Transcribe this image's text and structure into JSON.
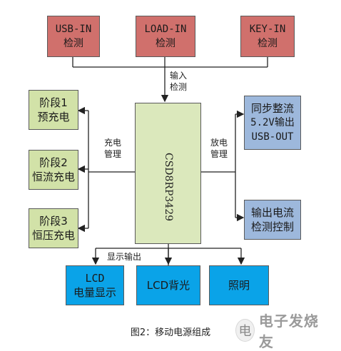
{
  "top_inputs": [
    {
      "line1": "USB-IN",
      "line2": "检测"
    },
    {
      "line1": "LOAD-IN",
      "line2": "检测"
    },
    {
      "line1": "KEY-IN",
      "line2": "检测"
    }
  ],
  "input_detect_label": {
    "line1": "输入",
    "line2": "检测"
  },
  "stages": [
    {
      "line1": "阶段1",
      "line2": "预充电"
    },
    {
      "line1": "阶段2",
      "line2": "恒流充电"
    },
    {
      "line1": "阶段3",
      "line2": "恒压充电"
    }
  ],
  "charge_mgmt_label": {
    "line1": "充电",
    "line2": "管理"
  },
  "discharge_mgmt_label": {
    "line1": "放电",
    "line2": "管理"
  },
  "chip_name": "CSD8RP3429",
  "right_blocks": [
    {
      "line1": "同步整流",
      "line2": "5.2V输出",
      "line3": "USB-OUT"
    },
    {
      "line1": "输出电流",
      "line2": "检测控制"
    }
  ],
  "display_output_label": "显示输出",
  "bottom_blocks": [
    {
      "label_line1": "LCD",
      "label_line2": "电量显示"
    },
    {
      "label_line1": "LCD背光"
    },
    {
      "label_line1": "照明"
    }
  ],
  "caption": "图2：移动电源组成",
  "watermark": {
    "badge": "电",
    "text": "电子发烧友"
  }
}
